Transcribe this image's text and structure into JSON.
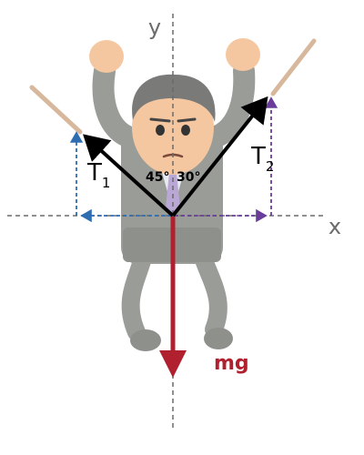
{
  "axes": {
    "x_label": "x",
    "y_label": "y"
  },
  "forces": {
    "t1": {
      "symbol": "T",
      "subscript": "1",
      "angle_label": "45°",
      "color": "#000000",
      "component_color": "#2f6db3"
    },
    "t2": {
      "symbol": "T",
      "subscript": "2",
      "angle_label": "30°",
      "color": "#000000",
      "component_color": "#6a3d9a"
    },
    "weight": {
      "label": "mg",
      "color": "#b0202e"
    }
  },
  "colors": {
    "axis": "#6b6b6b",
    "suit": "#9a9c98",
    "skin": "#f4c7a0",
    "hair": "#7a7a78",
    "rope": "#d8b89c"
  }
}
